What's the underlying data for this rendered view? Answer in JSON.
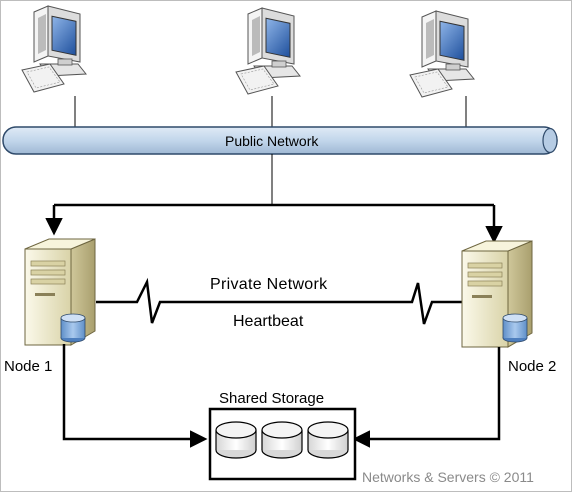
{
  "labels": {
    "public_network": "Public Network",
    "private_network": "Private Network",
    "heartbeat": "Heartbeat",
    "node1": "Node 1",
    "node2": "Node 2",
    "shared_storage": "Shared Storage",
    "watermark": "Networks & Servers © 2011"
  },
  "colors": {
    "network_bar": "#c9dced",
    "network_bar_edge": "#2f4a6a",
    "lines": "#000000",
    "monitor_body": "#eeeeee",
    "monitor_screen": "#2c5da8",
    "server_body": "#f0ecd2",
    "disk": "#7aa5d6",
    "watermark": "#8a8a8a"
  },
  "icons": {
    "workstation": "desktop-computer-icon",
    "server": "server-tower-icon",
    "storage": "disk-array-icon"
  }
}
